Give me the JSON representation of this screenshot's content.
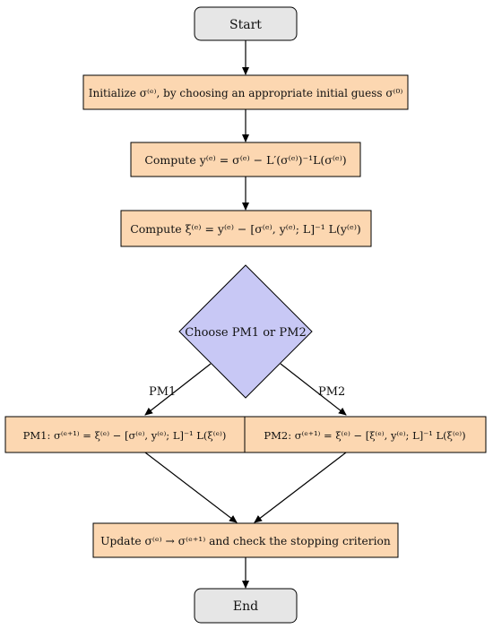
{
  "diagram": {
    "start": "Start",
    "init": "Initialize σ⁽ᵉ⁾, by choosing an appropriate initial guess σ⁽⁰⁾",
    "compute_y": "Compute y⁽ᵉ⁾ = σ⁽ᵉ⁾ − L′(σ⁽ᵉ⁾)⁻¹L(σ⁽ᵉ⁾)",
    "compute_xi": "Compute ξ⁽ᵉ⁾ = y⁽ᵉ⁾ − [σ⁽ᵉ⁾, y⁽ᵉ⁾; L]⁻¹ L(y⁽ᵉ⁾)",
    "decision": "Choose PM1 or PM2",
    "pm1_label": "PM1",
    "pm2_label": "PM2",
    "pm1": "PM1: σ⁽ᵉ⁺¹⁾ = ξ⁽ᵉ⁾ − [σ⁽ᵉ⁾, y⁽ᵉ⁾; L]⁻¹ L(ξ⁽ᵉ⁾)",
    "pm2": "PM2: σ⁽ᵉ⁺¹⁾ = ξ⁽ᵉ⁾ − [ξ⁽ᵉ⁾, y⁽ᵉ⁾; L]⁻¹ L(ξ⁽ᵉ⁾)",
    "update": "Update σ⁽ᵉ⁾ → σ⁽ᵉ⁺¹⁾ and check the stopping criterion",
    "end": "End"
  },
  "colors": {
    "terminal_fill": "#e6e6e6",
    "process_fill": "#fcd7b1",
    "decision_fill": "#c8c8f5",
    "stroke": "#000000"
  }
}
